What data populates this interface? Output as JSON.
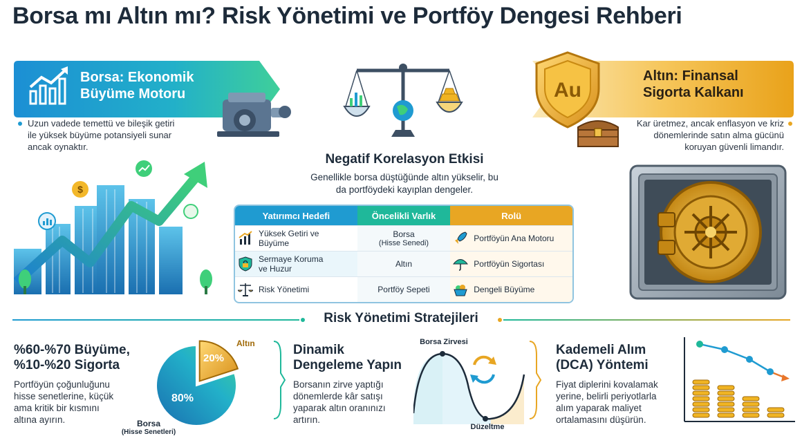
{
  "title": "Borsa mı Altın mı? Risk Yönetimi ve Portföy Dengesi Rehberi",
  "left": {
    "banner_line1": "Borsa: Ekonomik",
    "banner_line2": "Büyüme Motoru",
    "desc_line1": "Uzun vadede temettü ve bileşik getiri",
    "desc_line2": "ile yüksek büyüme potansiyeli sunar",
    "desc_line3": "ancak oynaktır."
  },
  "right": {
    "banner_line1": "Altın: Finansal",
    "banner_line2": "Sigorta Kalkanı",
    "desc_line1": "Kar üretmez, ancak enflasyon ve kriz",
    "desc_line2": "dönemlerinde satın alma gücünü",
    "desc_line3": "koruyan güvenli limandır.",
    "shield_text": "Au"
  },
  "center": {
    "title": "Negatif Korelasyon Etkisi",
    "desc_line1": "Genellikle borsa düştüğünde altın yükselir, bu",
    "desc_line2": "da portföydeki kayıplan dengeler."
  },
  "table": {
    "headers": [
      "Yatırımcı Hedefi",
      "Öncelikli Varlık",
      "Rolü"
    ],
    "rows": [
      {
        "goal_line1": "Yüksek Getiri ve",
        "goal_line2": "Büyüme",
        "asset_line1": "Borsa",
        "asset_line2": "(Hisse Senedi)",
        "role": "Portföyün Ana Motoru",
        "goal_icon": "chart-icon",
        "role_icon": "rocket-icon"
      },
      {
        "goal_line1": "Sermaye Koruma",
        "goal_line2": "ve Huzur",
        "asset_line1": "Altın",
        "asset_line2": "",
        "role": "Portföyün Sigortası",
        "goal_icon": "shield-lock-icon",
        "role_icon": "umbrella-icon"
      },
      {
        "goal_line1": "Risk Yönetimi",
        "goal_line2": "",
        "asset_line1": "Portföy Sepeti",
        "asset_line2": "",
        "role": "Dengeli Büyüme",
        "goal_icon": "scale-icon",
        "role_icon": "basket-icon"
      }
    ]
  },
  "strategies": {
    "section_title": "Risk Yönetimi Stratejileri",
    "s1": {
      "title_line1": "%60-%70 Büyüme,",
      "title_line2": "%10-%20 Sigorta",
      "desc_line1": "Portföyün çoğunluğunu",
      "desc_line2": "hisse senetlerine, küçük",
      "desc_line3": "ama kritik bir kısmını",
      "desc_line4": "altına ayırın.",
      "pie_gold_label": "Altın",
      "pie_gold_pct": "20%",
      "pie_stock_pct": "80%",
      "pie_stock_label_line1": "Borsa",
      "pie_stock_label_line2": "(Hisse Senetleri)"
    },
    "s2": {
      "title_line1": "Dinamik",
      "title_line2": "Dengeleme Yapın",
      "desc_line1": "Borsanın zirve yaptığı",
      "desc_line2": "dönemlerde kâr satışı",
      "desc_line3": "yaparak altın oranınızı",
      "desc_line4": "artırın.",
      "peak_label": "Borsa Zirvesi",
      "dip_label": "Düzeltme"
    },
    "s3": {
      "title_line1": "Kademeli Alım",
      "title_line2": "(DCA) Yöntemi",
      "desc_line1": "Fiyat diplerini kovalamak",
      "desc_line2": "yerine, belirli periyotlarla",
      "desc_line3": "alım yaparak maliyet",
      "desc_line4": "ortalamasını düşürün."
    }
  },
  "chart_data": {
    "type": "pie",
    "categories": [
      "Altın",
      "Borsa (Hisse Senetleri)"
    ],
    "values": [
      20,
      80
    ]
  },
  "colors": {
    "blue": "#1f9bd1",
    "teal": "#1fb89a",
    "gold": "#e8a623",
    "dark": "#1d2b3a"
  }
}
